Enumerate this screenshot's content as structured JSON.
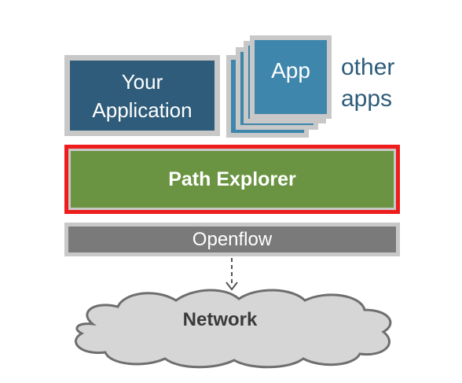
{
  "diagram": {
    "your_application": {
      "line1": "Your",
      "line2": "Application"
    },
    "app_stack": {
      "label": "App"
    },
    "other_apps": {
      "line1": "other",
      "line2": "apps"
    },
    "path_explorer": {
      "label": "Path Explorer"
    },
    "openflow": {
      "label": "Openflow"
    },
    "network": {
      "label": "Network"
    }
  },
  "colors": {
    "your_application_fill": "#2e5c7a",
    "app_fill": "#3e86ac",
    "block_border": "#c8c8c8",
    "path_explorer_fill": "#6a9441",
    "path_explorer_highlight": "#ee1c1c",
    "openflow_fill": "#7a7a7a",
    "cloud_fill": "#d6d6d6",
    "cloud_outline": "#6e6e6e",
    "other_apps_text": "#2e5c7a"
  }
}
